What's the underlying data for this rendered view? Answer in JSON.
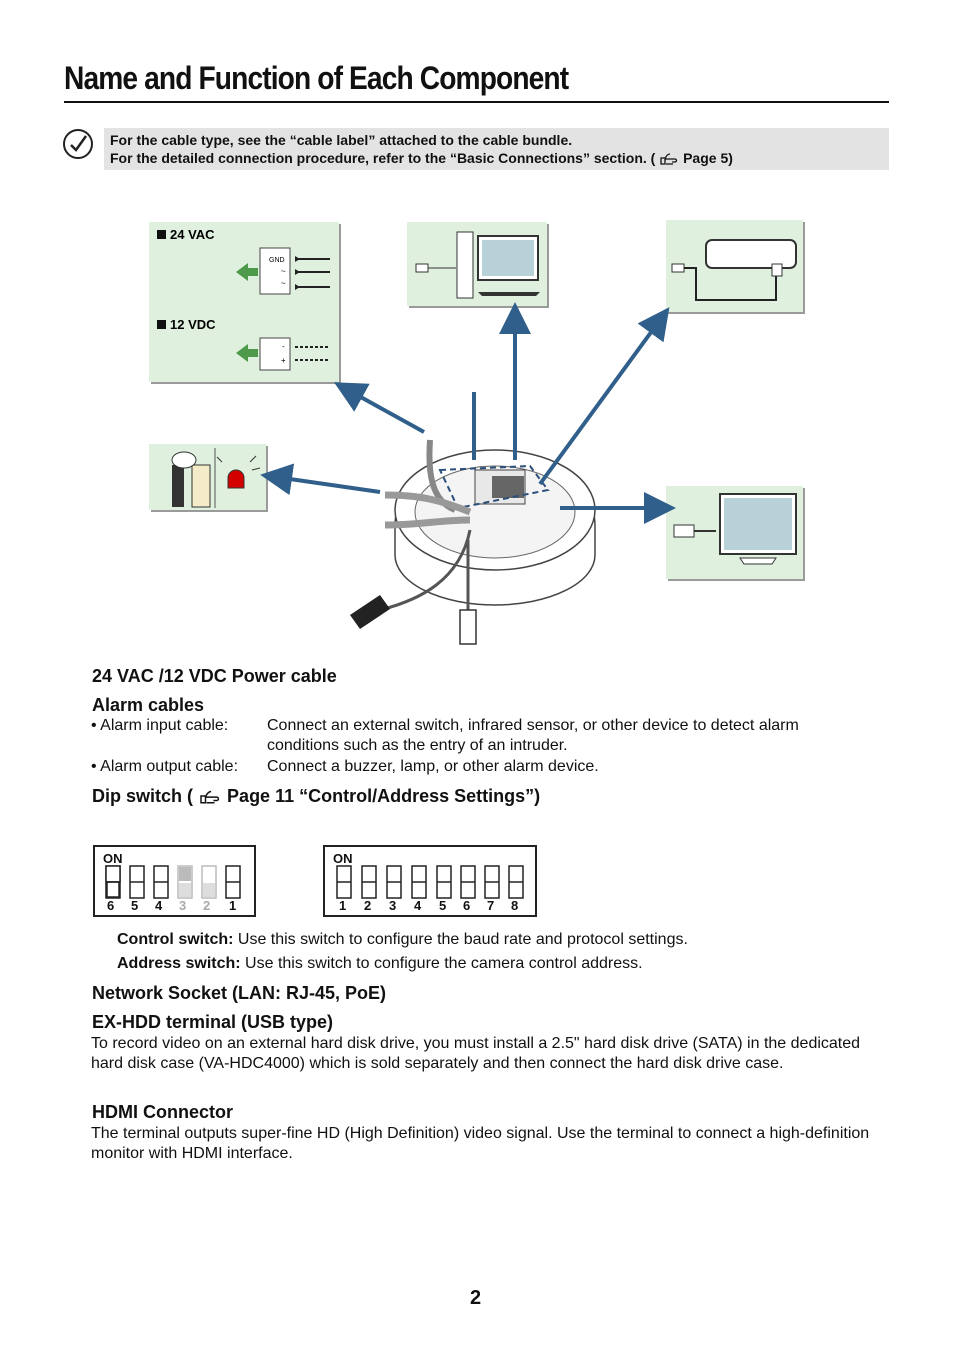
{
  "title": "Name and Function of Each Component",
  "note": {
    "line1": "For the cable type, see the “cable label” attached to the cable bundle.",
    "line2_prefix": "For the detailed connection procedure, refer to the “Basic Connections” section. (",
    "line2_suffix": "Page 5)"
  },
  "diagram": {
    "power_24": "24 VAC",
    "power_12": "12 VDC",
    "gnd": "GND",
    "tilde": "~",
    "minus": "-",
    "plus": "+"
  },
  "sections": {
    "power_cable": "24 VAC /12 VDC Power cable",
    "alarm_cables": "Alarm cables",
    "alarm_input_label": "Alarm input cable:",
    "alarm_input_text1": "Connect an external switch, infrared sensor, or other device to detect alarm",
    "alarm_input_text2": "conditions such as the entry of an intruder.",
    "alarm_output_label": "Alarm output cable:",
    "alarm_output_text": "Connect a buzzer, lamp, or other alarm device.",
    "dip_switch_prefix": "Dip switch (",
    "dip_switch_suffix": "Page 11 “Control/Address Settings”)",
    "control_switch_label": "Control switch:",
    "control_switch_text": " Use this switch to configure the baud rate and protocol settings.",
    "address_switch_label": "Address switch:",
    "address_switch_text": " Use this switch to configure the camera control address.",
    "network_socket": "Network Socket (LAN: RJ-45, PoE)",
    "exhdd_title": "EX-HDD terminal (USB type)",
    "exhdd_text": "To record video on an external hard disk drive, you must install a 2.5\" hard disk drive (SATA) in the dedicated hard disk case (VA-HDC4000) which is sold separately and then connect the hard disk drive case.",
    "hdmi_title": "HDMI Connector",
    "hdmi_text": "The terminal outputs super-fine HD (High Definition) video signal. Use the terminal to connect a high-definition monitor with HDMI interface."
  },
  "dip_control": {
    "on_label": "ON",
    "numbers": [
      "6",
      "5",
      "4",
      "3",
      "2",
      "1"
    ]
  },
  "dip_address": {
    "on_label": "ON",
    "numbers": [
      "1",
      "2",
      "3",
      "4",
      "5",
      "6",
      "7",
      "8"
    ]
  },
  "page_number": "2",
  "colors": {
    "panel_green": "#dff1de",
    "arrow_blue": "#2f5f8a",
    "note_gray": "#e3e3e3",
    "dashed_blue": "#2a4f7a"
  }
}
